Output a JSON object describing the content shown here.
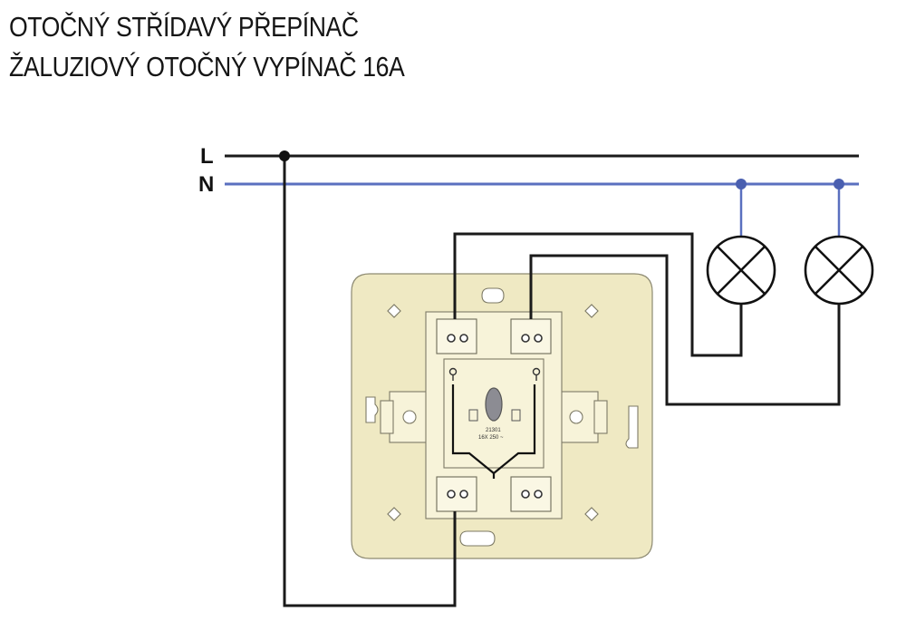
{
  "title": {
    "line1": "OTOČNÝ STŘÍDAVÝ PŘEPÍNAČ",
    "line2": "ŽALUZIOVÝ OTOČNÝ VYPÍNAČ 16A"
  },
  "diagram": {
    "line_labels": {
      "live": "L",
      "neutral": "N"
    },
    "device_marking": {
      "line1": "21301",
      "line2": "16X 250 ~"
    },
    "colors": {
      "live_wire": "#1a1a1a",
      "neutral_wire": "#5a6fbf",
      "plate": "#efe9c3"
    },
    "lamps": [
      {
        "id": "lamp-1"
      },
      {
        "id": "lamp-2"
      }
    ]
  }
}
